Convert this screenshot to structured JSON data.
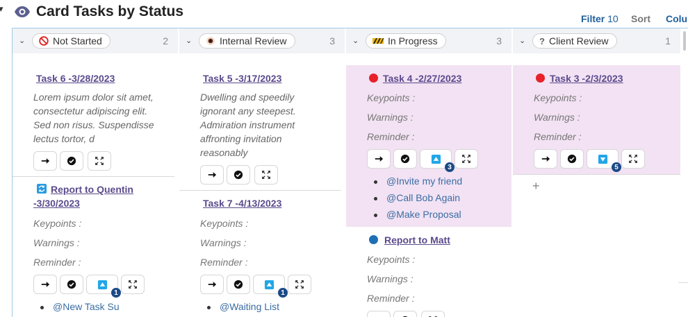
{
  "header": {
    "title": "Card Tasks by Status",
    "filter_label": "Filter",
    "filter_count": "10",
    "sort_label": "Sort",
    "columns_label": "Colu"
  },
  "colors": {
    "accent": "#1f5e9c",
    "card_pink": "#f2e2f3",
    "title_purple": "#5b4a8c",
    "link_blue": "#3a6da4",
    "red_dot": "#e8212a",
    "blue_dot": "#1f6fb4"
  },
  "columns": [
    {
      "label": "Not Started",
      "count": "2",
      "icon": "no-entry-icon"
    },
    {
      "label": "Internal Review",
      "count": "3",
      "icon": "eye-icon"
    },
    {
      "label": "In Progress",
      "count": "3",
      "icon": "construction-icon"
    },
    {
      "label": "Client Review",
      "count": "1",
      "icon": "question-icon"
    }
  ],
  "cards": {
    "task6": {
      "title": "Task 6 -3/28/2023",
      "desc": [
        "Lorem ipsum dolor sit amet,",
        "consectetur adipiscing elit.",
        "Sed non risus. Suspendisse",
        "lectus tortor, d"
      ]
    },
    "report_quentin": {
      "title_line1": "Report to Quentin",
      "title_line2": "-3/30/2023",
      "keypoints": "Keypoints :",
      "warnings": "Warnings :",
      "reminder": "Reminder :",
      "badge": "1",
      "bullets": [
        "@New Task Su"
      ]
    },
    "task5": {
      "title": "Task 5 -3/17/2023",
      "desc": [
        "Dwelling and speedily",
        "ignorant any steepest.",
        "Admiration instrument",
        "affronting invitation",
        "reasonably"
      ]
    },
    "task7": {
      "title": "Task 7 -4/13/2023",
      "keypoints": "Keypoints :",
      "warnings": "Warnings :",
      "reminder": "Reminder :",
      "badge": "1",
      "bullets": [
        "@Waiting List"
      ]
    },
    "task4": {
      "title": "Task 4 -2/27/2023",
      "keypoints": "Keypoints :",
      "warnings": "Warnings :",
      "reminder": "Reminder :",
      "badge": "3",
      "bullets": [
        "@Invite my friend",
        "@Call Bob Again",
        "@Make Proposal"
      ]
    },
    "report_matt": {
      "title": "Report to Matt",
      "keypoints": "Keypoints :",
      "warnings": "Warnings :",
      "reminder": "Reminder :"
    },
    "task3": {
      "title": "Task 3 -2/3/2023",
      "keypoints": "Keypoints :",
      "warnings": "Warnings :",
      "reminder": "Reminder :",
      "badge": "5"
    }
  }
}
